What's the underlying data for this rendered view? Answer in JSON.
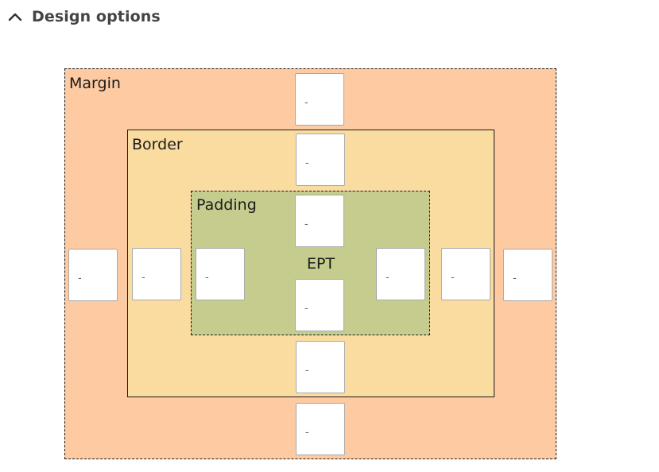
{
  "section": {
    "title": "Design options",
    "expanded": true
  },
  "box_model": {
    "margin": {
      "label": "Margin",
      "top": "-",
      "right": "-",
      "bottom": "-",
      "left": "-"
    },
    "border": {
      "label": "Border",
      "top": "-",
      "right": "-",
      "bottom": "-",
      "left": "-"
    },
    "padding": {
      "label": "Padding",
      "top": "-",
      "right": "-",
      "bottom": "-",
      "left": "-"
    },
    "element": {
      "label": "EPT"
    }
  },
  "colors": {
    "margin": "#fdcaa1",
    "border": "#fadba0",
    "padding": "#c5cc8e"
  }
}
